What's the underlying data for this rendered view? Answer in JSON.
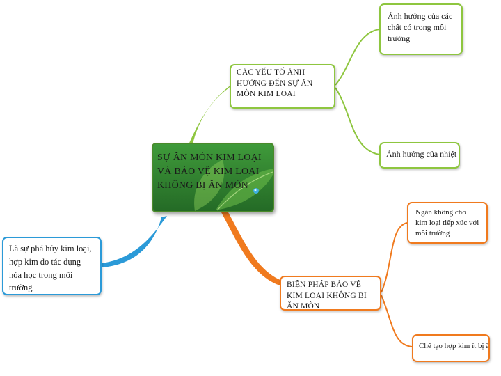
{
  "central": {
    "title": "SỰ ĂN MÒN KIM LOẠI VÀ BẢO VỆ KIM LOẠI KHÔNG BỊ ĂN MÒN"
  },
  "branches": {
    "factors": {
      "label": "CÁC YẾU TỐ ẢNH HƯỞNG ĐẾN SỰ ĂN MÒN KIM LOẠI",
      "color": "#8ec63f",
      "children": [
        {
          "label": "Ảnh hưởng của các chất có trong môi trường"
        },
        {
          "label": "Ảnh hưởng của nhiệt độ"
        }
      ]
    },
    "protection": {
      "label": "BIỆN PHÁP BẢO VỆ KIM LOẠI KHÔNG BỊ ĂN MÒN",
      "color": "#f07a1e",
      "children": [
        {
          "label": "Ngăn không cho kim loại tiếp xúc với môi trường"
        },
        {
          "label": "Chế tạo hợp kim ít bị ăn mòn"
        }
      ]
    },
    "definition": {
      "label": "Là sự phá hủy kim loại, hợp kim do tác dụng hóa học trong môi trường",
      "color": "#2b9ad8"
    }
  }
}
